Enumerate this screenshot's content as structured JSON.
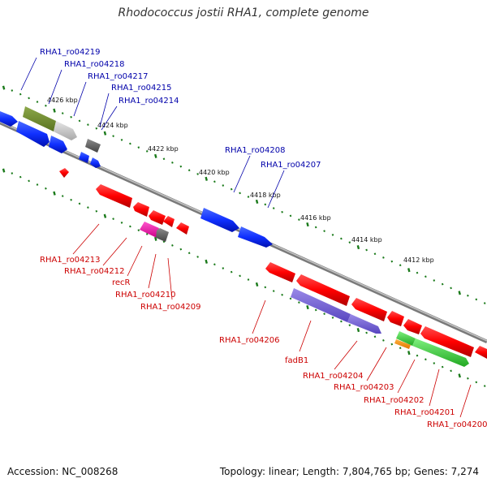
{
  "title": "Rhodococcus jostii RHA1, complete genome",
  "accession": "Accession: NC_008268",
  "topology": "Topology: linear; Length: 7,804,765 bp; Genes: 7,274",
  "colors": {
    "forward_label": "#0000aa",
    "reverse_label": "#cc0000",
    "backbone": "#8c8c8c",
    "ruler": "#1a7a1a"
  },
  "kbp_ticks": [
    "4426 kbp",
    "4424 kbp",
    "4422 kbp",
    "4420 kbp",
    "4418 kbp",
    "4416 kbp",
    "4414 kbp",
    "4412 kbp"
  ],
  "forward_labels": [
    "RHA1_ro04219",
    "RHA1_ro04218",
    "RHA1_ro04217",
    "RHA1_ro04215",
    "RHA1_ro04214",
    "RHA1_ro04208",
    "RHA1_ro04207"
  ],
  "reverse_labels": [
    "RHA1_ro04213",
    "RHA1_ro04212",
    "recR",
    "RHA1_ro04210",
    "RHA1_ro04209",
    "RHA1_ro04206",
    "fadB1",
    "RHA1_ro04204",
    "RHA1_ro04203",
    "RHA1_ro04202",
    "RHA1_ro04201",
    "RHA1_ro04200"
  ]
}
